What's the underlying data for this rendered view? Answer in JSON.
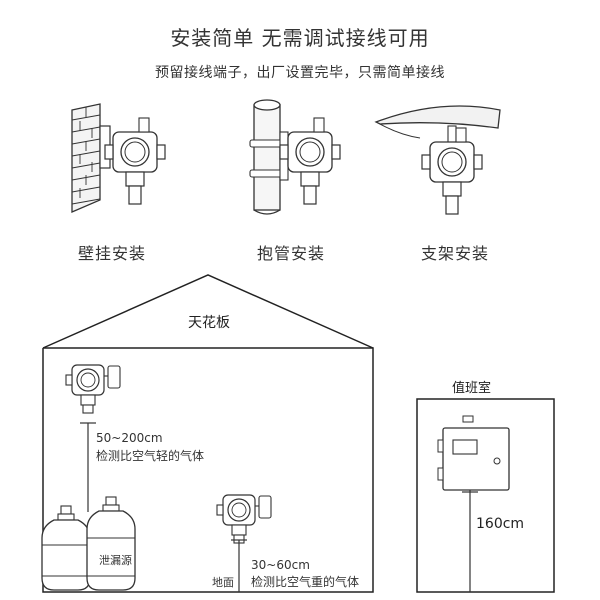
{
  "header": {
    "title": "安装简单  无需调试接线可用",
    "subtitle": "预留接线端子，出厂设置完毕，只需简单接线"
  },
  "install_methods": [
    {
      "label": "壁挂安装",
      "icon": "wall-mount-illustration"
    },
    {
      "label": "抱管安装",
      "icon": "pipe-mount-illustration"
    },
    {
      "label": "支架安装",
      "icon": "bracket-mount-illustration"
    }
  ],
  "room": {
    "ceiling_label": "天花板",
    "floor_label": "地面",
    "high_range": "50~200cm",
    "high_note": "检测比空气轻的气体",
    "low_range": "30~60cm",
    "low_note": "检测比空气重的气体",
    "leak_label": "泄漏源"
  },
  "duty_room": {
    "title": "值班室",
    "height": "160cm"
  }
}
